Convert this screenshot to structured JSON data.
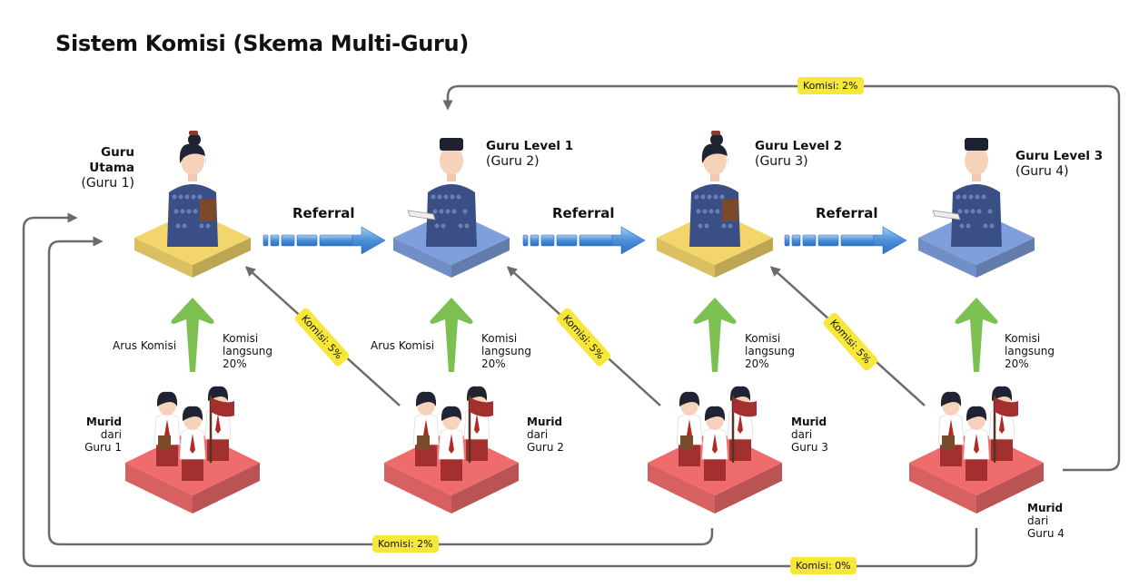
{
  "title": "Sistem Komisi (Skema Multi-Guru)",
  "colors": {
    "platform_yellow": "#f2d56b",
    "platform_blue": "#7e9fdc",
    "platform_red": "#ef6c6c",
    "green_arrow": "#7dc052",
    "referral_arrow": "#4b8fd8",
    "connector": "#6b6b6b",
    "tag": "#f6e73a"
  },
  "teachers": [
    {
      "name": "Guru Utama",
      "sub": "(Guru 1)",
      "platform": "yellow",
      "figure": "female-teacher"
    },
    {
      "name": "Guru Level 1",
      "sub": "(Guru 2)",
      "platform": "blue",
      "figure": "male-teacher"
    },
    {
      "name": "Guru Level 2",
      "sub": "(Guru 3)",
      "platform": "yellow",
      "figure": "female-teacher"
    },
    {
      "name": "Guru Level 3",
      "sub": "(Guru 4)",
      "platform": "blue",
      "figure": "male-teacher"
    }
  ],
  "referral_label": "Referral",
  "students": [
    {
      "name": "Murid",
      "l2": "dari",
      "l3": "Guru 1"
    },
    {
      "name": "Murid",
      "l2": "dari",
      "l3": "Guru 2"
    },
    {
      "name": "Murid",
      "l2": "dari",
      "l3": "Guru 3"
    },
    {
      "name": "Murid",
      "l2": "dari",
      "l3": "Guru 4"
    }
  ],
  "flow": {
    "arus_komisi": "Arus Komisi",
    "direct_l1": "Komisi",
    "direct_l2": "langsung",
    "direct_l3": "20%"
  },
  "tags": {
    "diag": "Komisi: 5%",
    "top": "Komisi: 2%",
    "bottom_inner": "Komisi: 2%",
    "bottom_outer": "Komisi: 0%"
  }
}
